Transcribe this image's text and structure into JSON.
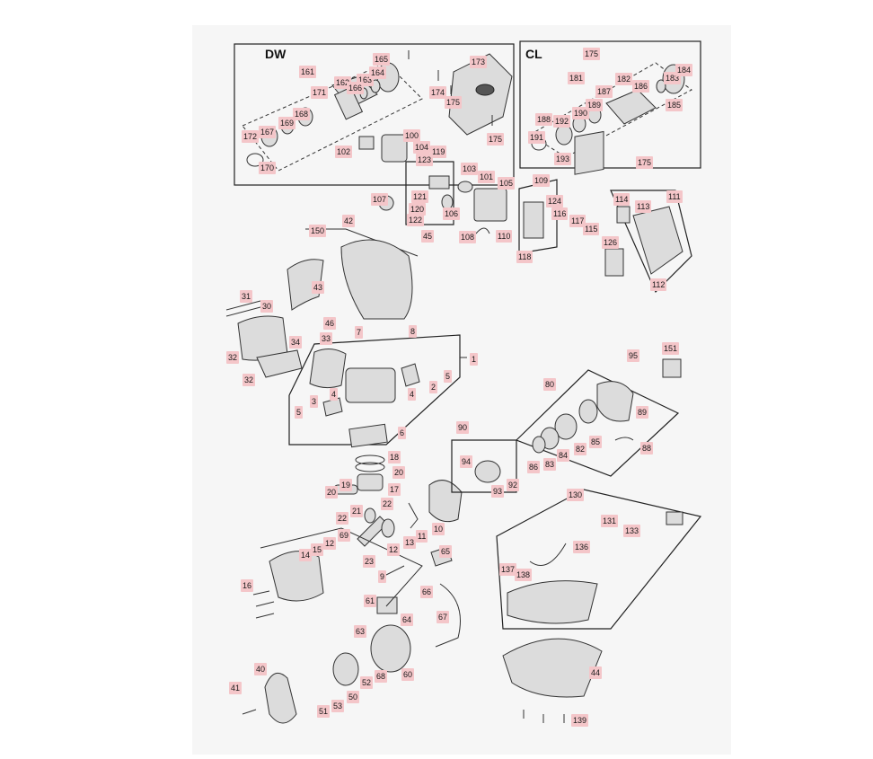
{
  "sections": {
    "dw": "DW",
    "cl": "CL"
  },
  "labels": {
    "l1": "1",
    "l2": "2",
    "l3": "3",
    "l4": "4",
    "l5": "5",
    "l6": "6",
    "l7": "7",
    "l8": "8",
    "l9": "9",
    "l10": "10",
    "l11": "11",
    "l12": "12",
    "l13": "13",
    "l14": "14",
    "l15": "15",
    "l16": "16",
    "l17": "17",
    "l18": "18",
    "l19": "19",
    "l20": "20",
    "l21": "21",
    "l22": "22",
    "l23": "23",
    "l30": "30",
    "l31": "31",
    "l32": "32",
    "l33": "33",
    "l34": "34",
    "l40": "40",
    "l41": "41",
    "l42": "42",
    "l43": "43",
    "l44": "44",
    "l45": "45",
    "l46": "46",
    "l50": "50",
    "l51": "51",
    "l52": "52",
    "l53": "53",
    "l60": "60",
    "l61": "61",
    "l63": "63",
    "l64": "64",
    "l65": "65",
    "l66": "66",
    "l67": "67",
    "l68": "68",
    "l69": "69",
    "l80": "80",
    "l82": "82",
    "l83": "83",
    "l84": "84",
    "l85": "85",
    "l86": "86",
    "l88": "88",
    "l89": "89",
    "l90": "90",
    "l92": "92",
    "l93": "93",
    "l94": "94",
    "l95": "95",
    "l100": "100",
    "l101": "101",
    "l102": "102",
    "l103": "103",
    "l104": "104",
    "l105": "105",
    "l106": "106",
    "l107": "107",
    "l108": "108",
    "l109": "109",
    "l110": "110",
    "l111": "111",
    "l112": "112",
    "l113": "113",
    "l114": "114",
    "l115": "115",
    "l116": "116",
    "l117": "117",
    "l118": "118",
    "l119": "119",
    "l120": "120",
    "l121": "121",
    "l122": "122",
    "l123": "123",
    "l124": "124",
    "l126": "126",
    "l130": "130",
    "l131": "131",
    "l133": "133",
    "l136": "136",
    "l137": "137",
    "l138": "138",
    "l139": "139",
    "l150": "150",
    "l151": "151",
    "l161": "161",
    "l162": "162",
    "l163": "163",
    "l164": "164",
    "l165": "165",
    "l166": "166",
    "l167": "167",
    "l168": "168",
    "l169": "169",
    "l170": "170",
    "l171": "171",
    "l172": "172",
    "l173": "173",
    "l174": "174",
    "l175": "175",
    "l181": "181",
    "l182": "182",
    "l183": "183",
    "l184": "184",
    "l185": "185",
    "l186": "186",
    "l187": "187",
    "l188": "188",
    "l189": "189",
    "l190": "190",
    "l191": "191",
    "l192": "192",
    "l193": "193"
  },
  "colors": {
    "label_bg": "#f4c6c9",
    "sheet_bg": "#f6f6f6",
    "line": "#333333"
  }
}
